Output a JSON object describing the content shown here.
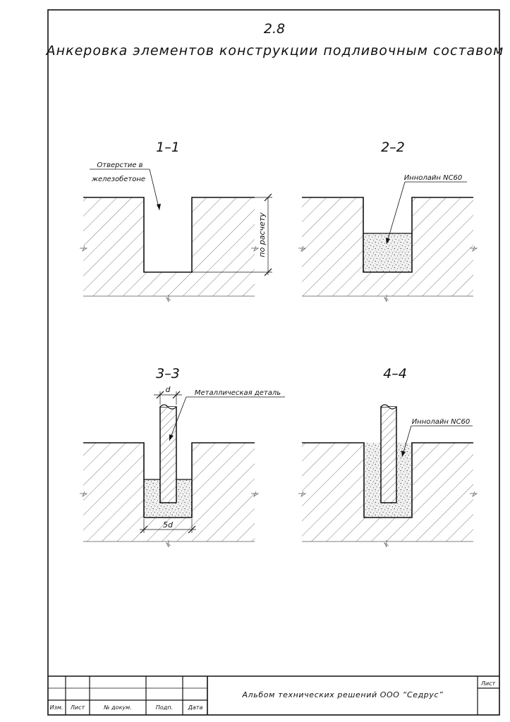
{
  "sheet": {
    "number": "2.8",
    "title": "Анкеровка элементов конструкции подливочным составом"
  },
  "sections": [
    {
      "id": "1-1",
      "label": "1–1",
      "callout": [
        "Отверстие в",
        "железобетоне"
      ],
      "dimension": "по расчету"
    },
    {
      "id": "2-2",
      "label": "2–2",
      "callout": [
        "Иннолайн NC60"
      ]
    },
    {
      "id": "3-3",
      "label": "3–3",
      "callout": [
        "Металлическая деталь"
      ],
      "dim_top": "d",
      "dim_bottom": "5d"
    },
    {
      "id": "4-4",
      "label": "4–4",
      "callout": [
        "Иннолайн NC60"
      ]
    }
  ],
  "title_block": {
    "columns": [
      "Изм.",
      "Лист",
      "№ докум.",
      "Подп.",
      "Дата"
    ],
    "album": "Альбом технических решений ООО “Седрус”",
    "sheet_label": "Лист"
  }
}
